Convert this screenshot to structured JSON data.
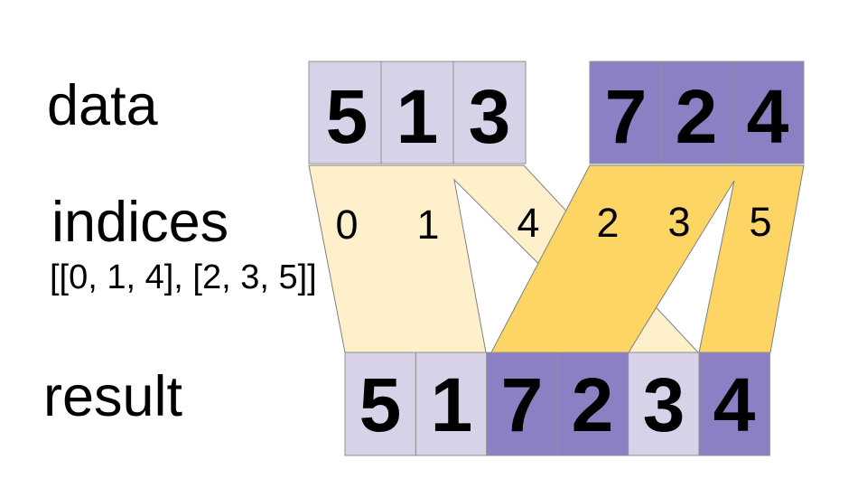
{
  "labels": {
    "data": "data",
    "indices": "indices",
    "indices_detail": "[[0, 1, 4], [2, 3, 5]]",
    "result": "result"
  },
  "data_row": {
    "chunk1": [
      "5",
      "1",
      "3"
    ],
    "chunk2": [
      "7",
      "2",
      "4"
    ]
  },
  "indices": {
    "chunk1": [
      "0",
      "1",
      "4"
    ],
    "chunk2": [
      "2",
      "3",
      "5"
    ]
  },
  "result_row": [
    "5",
    "1",
    "7",
    "2",
    "3",
    "4"
  ],
  "colors": {
    "lavender": "#d8d2e8",
    "purple": "#8c7fc4",
    "pale_yellow": "#fdf0ca",
    "gold": "#fcd565",
    "border": "#8f8f8f",
    "text": "#000000",
    "background": "#ffffff"
  }
}
